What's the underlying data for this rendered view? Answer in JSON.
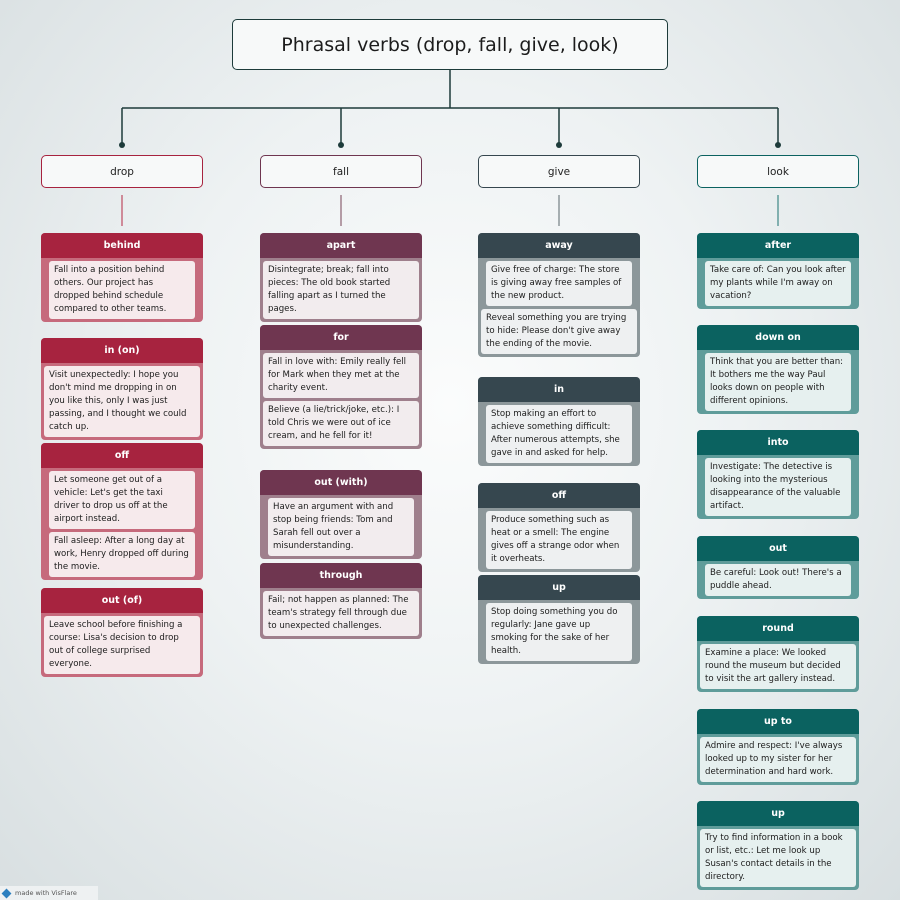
{
  "title": "Phrasal verbs (drop, fall, give, look)",
  "colors": {
    "drop": "#a7233f",
    "fall": "#6f3650",
    "give": "#36474f",
    "look": "#0b6260",
    "connector": "#1d3b3a"
  },
  "columns": [
    {
      "verb": "drop",
      "particles": [
        {
          "particle": "behind",
          "senses": [
            "Fall into a position behind others. Our project has dropped behind schedule compared to other teams."
          ]
        },
        {
          "particle": "in (on)",
          "senses": [
            "Visit unexpectedly: I hope you don't mind me dropping in on you like this, only I was just passing, and I thought we could catch up."
          ]
        },
        {
          "particle": "off",
          "senses": [
            "Let someone get out of a vehicle: Let's get the taxi driver to drop us off at the airport instead.",
            "Fall asleep: After a long day at work, Henry dropped off during the movie."
          ]
        },
        {
          "particle": "out (of)",
          "senses": [
            "Leave school before finishing a course: Lisa's decision to drop out of college surprised everyone."
          ]
        }
      ]
    },
    {
      "verb": "fall",
      "particles": [
        {
          "particle": "apart",
          "senses": [
            "Disintegrate; break; fall into pieces: The old book started falling apart as I turned the pages."
          ]
        },
        {
          "particle": "for",
          "senses": [
            "Fall in love with: Emily really fell for Mark when they met at the charity event.",
            "Believe (a lie/trick/joke, etc.): I told Chris we were out of ice cream, and he fell for it!"
          ]
        },
        {
          "particle": "out (with)",
          "senses": [
            "Have an argument with and stop being friends: Tom and Sarah fell out over a misunderstanding."
          ]
        },
        {
          "particle": "through",
          "senses": [
            "Fail; not happen as planned: The team's strategy fell through due to unexpected challenges."
          ]
        }
      ]
    },
    {
      "verb": "give",
      "particles": [
        {
          "particle": "away",
          "senses": [
            "Give free of charge: The store is giving away free samples of the new product.",
            "Reveal something you are trying to hide: Please don't give away the ending of the movie."
          ]
        },
        {
          "particle": "in",
          "senses": [
            "Stop making an effort to achieve something difficult: After numerous attempts, she gave in and asked for help."
          ]
        },
        {
          "particle": "off",
          "senses": [
            "Produce something such as heat or a smell: The engine gives off a strange odor when it overheats."
          ]
        },
        {
          "particle": "up",
          "senses": [
            "Stop doing something you do regularly: Jane gave up smoking for the sake of her health."
          ]
        }
      ]
    },
    {
      "verb": "look",
      "particles": [
        {
          "particle": "after",
          "senses": [
            "Take care of: Can you look after my plants while I'm away on vacation?"
          ]
        },
        {
          "particle": "down on",
          "senses": [
            "Think that you are better than: It bothers me the way Paul looks down on people with different opinions."
          ]
        },
        {
          "particle": "into",
          "senses": [
            "Investigate: The detective is looking into the mysterious disappearance of the valuable artifact."
          ]
        },
        {
          "particle": "out",
          "senses": [
            "Be careful: Look out! There's a puddle ahead."
          ]
        },
        {
          "particle": "round",
          "senses": [
            "Examine a place: We looked round the museum but decided to visit the art gallery instead."
          ]
        },
        {
          "particle": "up to",
          "senses": [
            "Admire and respect: I've always looked up to my sister for her determination and hard work."
          ]
        },
        {
          "particle": "up",
          "senses": [
            "Try to find information in a book or list, etc.: Let me look up Susan's contact details in the directory."
          ]
        }
      ]
    }
  ],
  "footer": "made with VisFlare"
}
